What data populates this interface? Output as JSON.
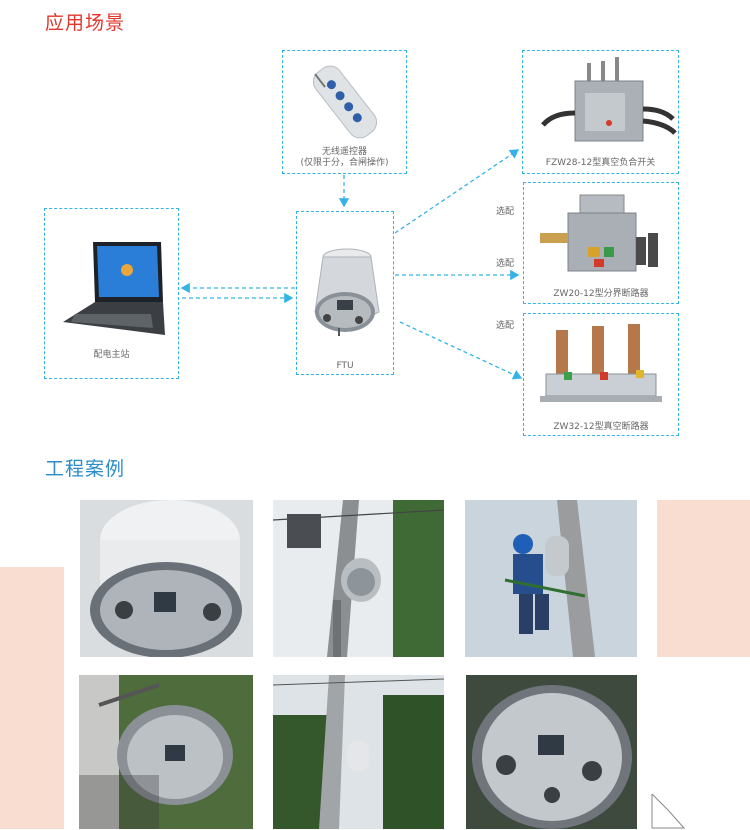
{
  "titles": {
    "application": "应用场景",
    "cases": "工程案例"
  },
  "colors": {
    "title_application": "#e0362c",
    "title_cases": "#2a8cc8",
    "dashed_line": "#34b4e6",
    "decor_peach": "#f9ddd1"
  },
  "diagram": {
    "remote": {
      "line1": "无线遥控器",
      "line2": "(仅限于分，合闸操作)"
    },
    "station": {
      "label": "配电主站"
    },
    "ftu": {
      "label": "FTU"
    },
    "device_fzw28": {
      "label": "FZW28-12型真空负合开关"
    },
    "device_zw20": {
      "label": "ZW20-12型分界断路器",
      "option": "选配"
    },
    "device_zw32": {
      "label": "ZW32-12型真空断路器",
      "option": "选配"
    },
    "option_top": "选配"
  },
  "photos": [
    {
      "icon": "ftu-closeup-photo"
    },
    {
      "icon": "ftu-on-pole-photo"
    },
    {
      "icon": "worker-installing-photo"
    },
    {
      "icon": "ftu-mounted-bracket-photo"
    },
    {
      "icon": "ftu-pole-trees-photo"
    },
    {
      "icon": "ftu-front-panel-photo"
    }
  ]
}
